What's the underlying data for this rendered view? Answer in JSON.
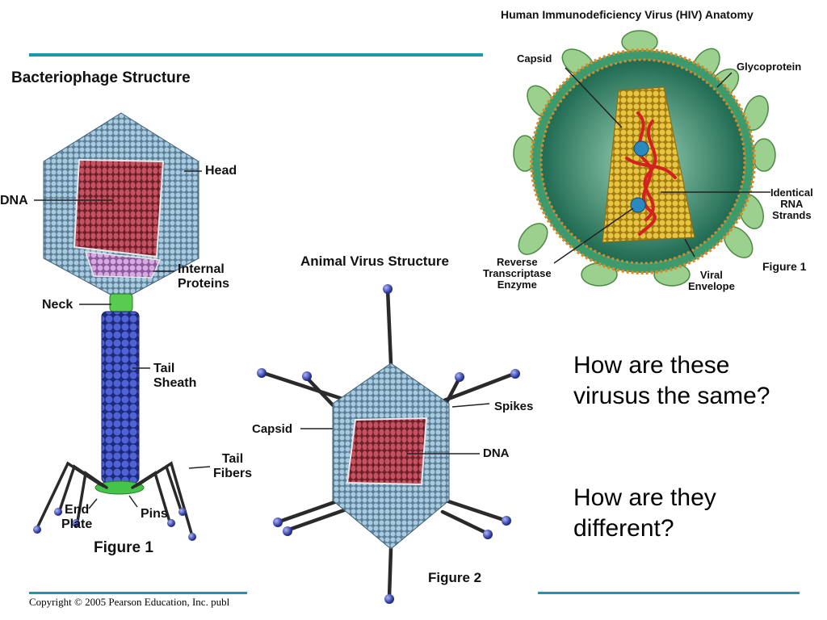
{
  "hiv": {
    "title": "Human Immunodeficiency Virus (HIV) Anatomy",
    "labels": {
      "capsid": "Capsid",
      "glycoprotein": "Glycoprotein",
      "rna_line1": "Identical",
      "rna_line2": "RNA",
      "rna_line3": "Strands",
      "rt_line1": "Reverse",
      "rt_line2": "Transcriptase",
      "rt_line3": "Enzyme",
      "env_line1": "Viral",
      "env_line2": "Envelope"
    },
    "figure": "Figure 1"
  },
  "phage": {
    "title": "Bacteriophage Structure",
    "labels": {
      "head": "Head",
      "dna": "DNA",
      "internal_line1": "Internal",
      "internal_line2": "Proteins",
      "neck": "Neck",
      "tail_line1": "Tail",
      "tail_line2": "Sheath",
      "fibers_line1": "Tail",
      "fibers_line2": "Fibers",
      "end_line1": "End",
      "end_line2": "Plate",
      "pins": "Pins"
    },
    "figure": "Figure 1"
  },
  "animal": {
    "title": "Animal Virus Structure",
    "labels": {
      "capsid": "Capsid",
      "spikes": "Spikes",
      "dna": "DNA"
    },
    "figure": "Figure 2"
  },
  "questions": {
    "q1_line1": "How are these",
    "q1_line2": "virusus the same?",
    "q2_line1": "How are they",
    "q2_line2": "different?"
  },
  "footer": {
    "copyright": "Copyright © 2005 Pearson Education, Inc. publ"
  },
  "colors": {
    "accent_rule": "#1a9aa8",
    "capsid_blue": "#7fa9c4",
    "dna_red": "#b03a48",
    "sheath_blue": "#3b4fc0",
    "neck_green": "#4fc04a",
    "hiv_green": "#3f9a6a",
    "hiv_capsid_gold": "#d8b030"
  }
}
